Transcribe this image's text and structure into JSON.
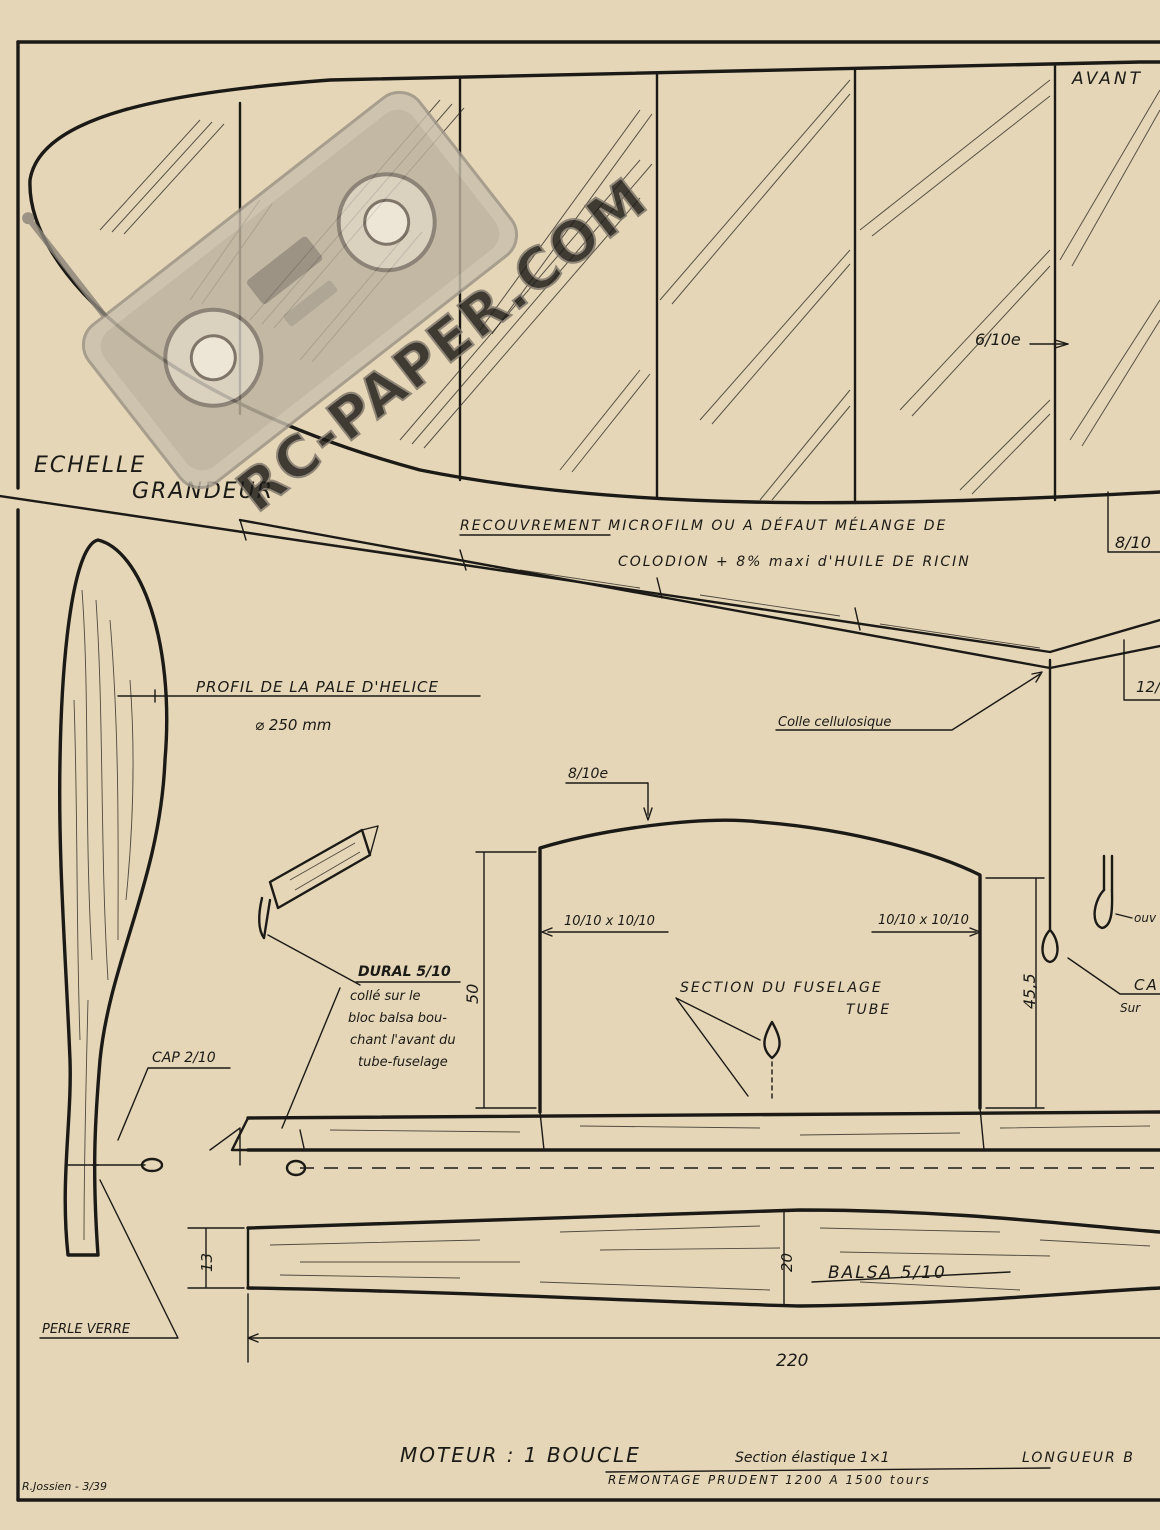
{
  "watermark": {
    "text": "RC-PAPER.COM",
    "icon": "radio-transmitter-icon"
  },
  "wing": {
    "front_label": "AVANT",
    "spar_dim": "6/10e",
    "spar_dim_2": "8/10",
    "scale_line1": "ECHELLE",
    "scale_line2": "GRANDEUR"
  },
  "covering": {
    "line1": "RECOUVREMENT MICROFILM OU A DÉFAUT MÉLANGE DE",
    "line2": "COLODION + 8% maxi d'HUILE DE RICIN"
  },
  "propeller": {
    "profile_label": "PROFIL DE LA PALE D'HELICE",
    "diameter": "⌀ 250 mm",
    "cap_label": "CAP 2/10",
    "bead_label": "PERLE VERRE"
  },
  "fuselage": {
    "dim_12": "12/",
    "glue_label": "Colle cellulosique",
    "rib_top_dim": "8/10e",
    "left_strut_dim": "10/10 x 10/10",
    "right_strut_dim": "10/10 x 10/10",
    "height_left": "50",
    "height_right": "45,5",
    "section_line1": "SECTION DU FUSELAGE",
    "section_line2": "TUBE",
    "hook_open": "ouv",
    "hook_label": "CA",
    "hook_sub": "Sur"
  },
  "dural": {
    "title": "DURAL 5/10",
    "line1": "collé sur le",
    "line2": "bloc balsa bou-",
    "line3": "chant l'avant du",
    "line4": "tube-fuselage"
  },
  "stabilizer": {
    "dim_left": "13",
    "dim_mid": "20",
    "material": "BALSA 5/10",
    "length": "220"
  },
  "motor": {
    "line1_a": "MOTEUR : 1 BOUCLE",
    "line1_b": "Section élastique 1×1",
    "line1_c": "LONGUEUR B",
    "line2": "REMONTAGE PRUDENT 1200 A 1500 tours"
  },
  "signature": "R.Jossien - 3/39"
}
